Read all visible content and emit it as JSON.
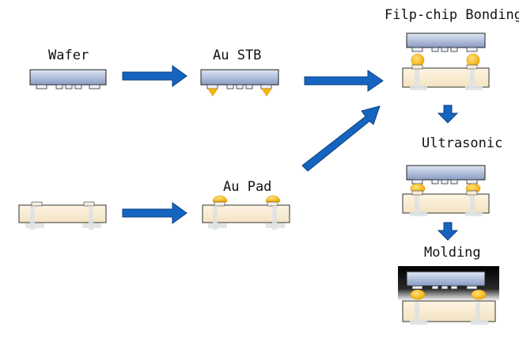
{
  "labels": {
    "wafer": "Wafer",
    "au_stb": "Au STB",
    "au_pad": "Au Pad",
    "flip_chip": "Filp-chip Bonding",
    "ultrasonic": "Ultrasonic",
    "molding": "Molding"
  },
  "colors": {
    "arrow": "#1565c0",
    "arrow_edge": "#0d3f80",
    "chip_top": "#dde6f2",
    "chip_bottom": "#8a9cc4",
    "gold_bump": "#f4b700",
    "substrate": "#faeed5",
    "mold": "#111111"
  }
}
